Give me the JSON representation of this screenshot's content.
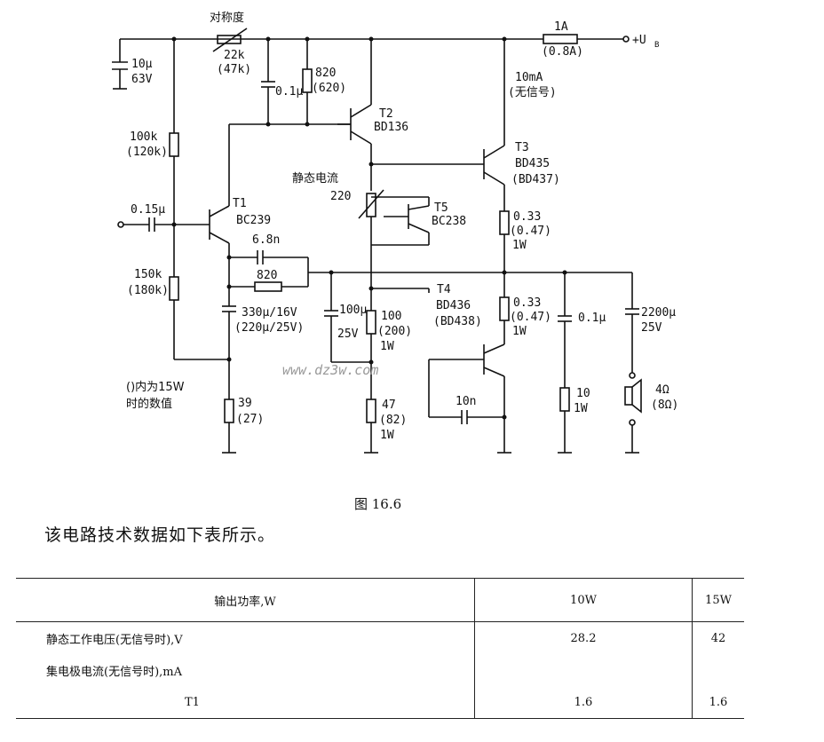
{
  "schematic": {
    "title_symmetry": "对称度",
    "supply": {
      "fuse": "1A",
      "fuse_15w": "(0.8A)",
      "rail": "+U",
      "rail_sub": "B"
    },
    "c_10u": "10μ",
    "c_10u_v": "63V",
    "pot_22k": "22k",
    "pot_22k_15w": "(47k)",
    "c_01u_top": "0.1μ",
    "r_820_top": "820",
    "r_820_top_15w": "(620)",
    "t2": "T2",
    "t2_part": "BD136",
    "i_10ma": "10mA",
    "i_10ma_note": "(无信号)",
    "r_100k": "100k",
    "r_100k_15w": "(120k)",
    "t3": "T3",
    "t3_part": "BD435",
    "t3_part_15w": "(BD437)",
    "quiescent": "静态电流",
    "pot_220": "220",
    "t5": "T5",
    "t5_part": "BC238",
    "c_in": "0.15μ",
    "t1": "T1",
    "t1_part": "BC239",
    "c_68n": "6.8n",
    "r_033_top": "0.33",
    "r_033_top_15w": "(0.47)",
    "r_033_top_w": "1W",
    "r_820_fb": "820",
    "r_150k": "150k",
    "r_150k_15w": "(180k)",
    "t4": "T4",
    "t4_part": "BD436",
    "t4_part_15w": "(BD438)",
    "c_100u": "100μ",
    "c_100u_v": "25V",
    "r_100": "100",
    "r_100_15w": "(200)",
    "r_100_w": "1W",
    "r_033_bot": "0.33",
    "r_033_bot_15w": "(0.47)",
    "r_033_bot_w": "1W",
    "c_01u_out": "0.1μ",
    "c_2200u": "2200μ",
    "c_2200u_v": "25V",
    "c_330u": "330μ/16V",
    "c_330u_15w": "(220μ/25V)",
    "watermark": "www.dz3w.com",
    "note_line1": "()内为15W",
    "note_line2": "时的数值",
    "r_39": "39",
    "r_39_15w": "(27)",
    "c_10n": "10n",
    "r_10": "10",
    "r_10_w": "1W",
    "spk": "4Ω",
    "spk_15w": "(8Ω)",
    "r_47": "47",
    "r_47_15w": "(82)",
    "r_47_w": "1W"
  },
  "caption": "图 16.6",
  "intro": "该电路技术数据如下表所示。",
  "table": {
    "header": [
      "输出功率,W",
      "10W",
      "15W"
    ],
    "rows": [
      [
        "静态工作电压(无信号时),V",
        "28.2",
        "42"
      ],
      [
        "集电极电流(无信号时),mA",
        "",
        ""
      ],
      [
        "T1",
        "1.6",
        "1.6"
      ]
    ]
  }
}
